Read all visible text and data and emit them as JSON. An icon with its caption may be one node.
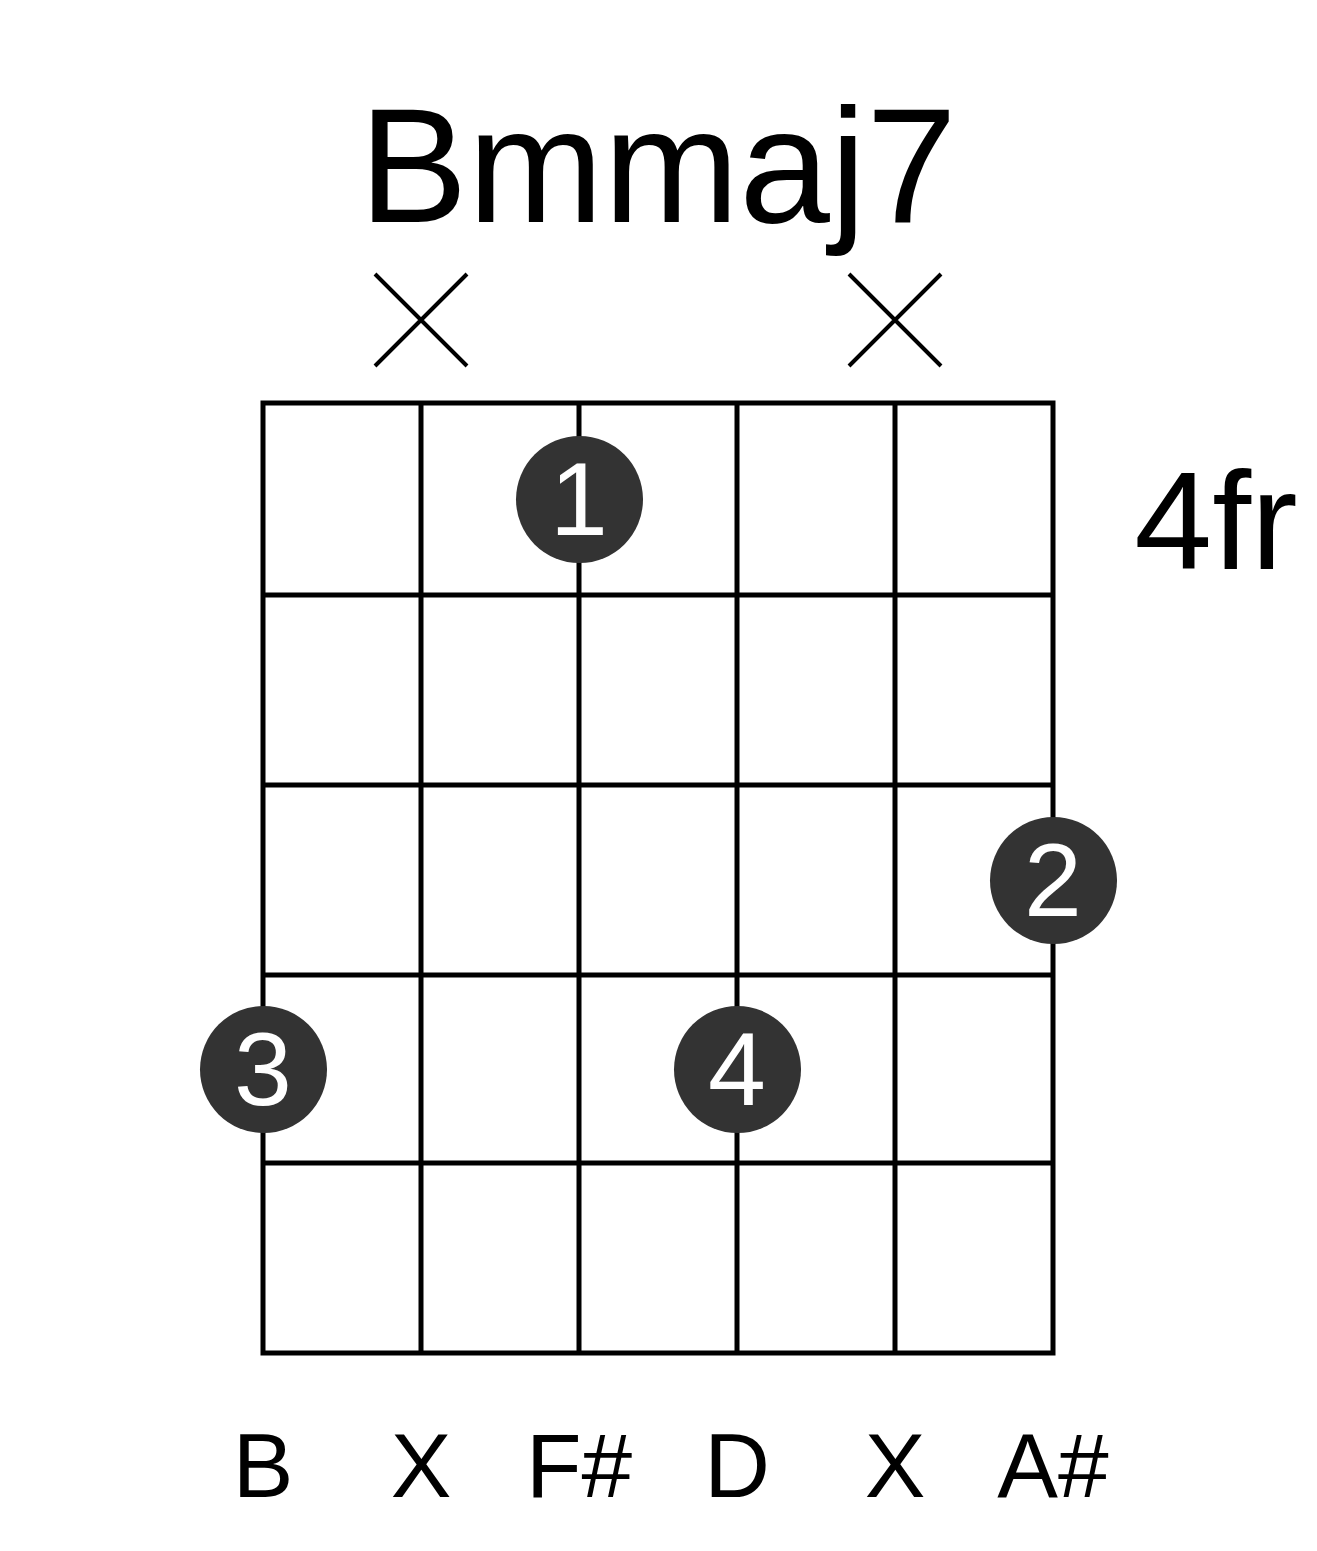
{
  "diagram": {
    "title": "Bmmaj7",
    "nodes": [
      {
        "text": [
          "1"
        ]
      },
      {
        "text": [
          "2"
        ]
      },
      {
        "text": [
          "3"
        ]
      },
      {
        "text": [
          "4"
        ]
      }
    ],
    "labels": [
      "4fr",
      "B",
      "X",
      "F#",
      "D",
      "X",
      "A#"
    ]
  }
}
